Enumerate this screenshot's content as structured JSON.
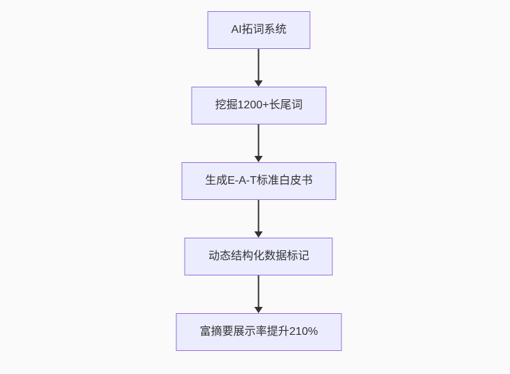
{
  "diagram": {
    "type": "flowchart",
    "direction": "top-down",
    "nodes": [
      {
        "label": "AI拓词系统"
      },
      {
        "label": "挖掘1200+长尾词"
      },
      {
        "label": "生成E-A-T标准白皮书"
      },
      {
        "label": "动态结构化数据标记"
      },
      {
        "label": "富摘要展示率提升210%"
      }
    ],
    "edges": [
      {
        "from": 0,
        "to": 1
      },
      {
        "from": 1,
        "to": 2
      },
      {
        "from": 2,
        "to": 3
      },
      {
        "from": 3,
        "to": 4
      }
    ]
  },
  "colors": {
    "background": "#fafafa",
    "node_fill": "#ECECFF",
    "node_border": "#9370DB",
    "arrow": "#333333",
    "text": "#333333"
  }
}
